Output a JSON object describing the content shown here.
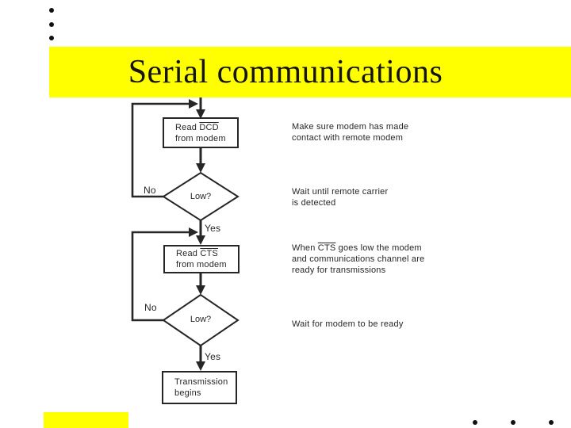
{
  "slide": {
    "title": "Serial communications"
  },
  "colors": {
    "highlight_yellow": "#ffff00",
    "ink": "#262626"
  },
  "flowchart": {
    "box1": {
      "prefix": "Read ",
      "overlined": "DCD",
      "line2": "from modem"
    },
    "box2": {
      "prefix": "Read ",
      "overlined": "CTS",
      "line2": "from modem"
    },
    "box3": {
      "line1": "Transmission",
      "line2": "begins"
    },
    "decision1": "Low?",
    "decision2": "Low?",
    "labels": {
      "no1": "No",
      "yes1": "Yes",
      "no2": "No",
      "yes2": "Yes"
    }
  },
  "annotations": {
    "a1": {
      "line1": "Make sure modem has made",
      "line2": "contact with remote modem"
    },
    "a2": {
      "line1": "Wait until remote carrier",
      "line2": "is detected"
    },
    "a3": {
      "prefix": "When ",
      "overlined": "CTS",
      "suffix": " goes low the modem",
      "line2": "and communications channel are",
      "line3": "ready for transmissions"
    },
    "a4": {
      "line1": "Wait for modem to be ready"
    }
  }
}
